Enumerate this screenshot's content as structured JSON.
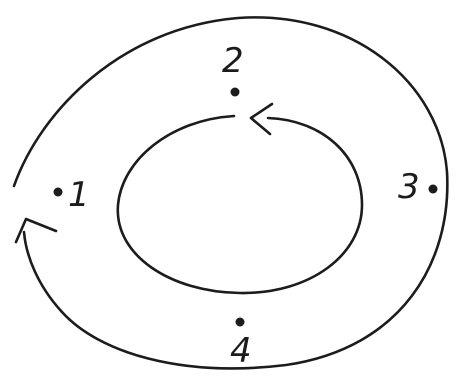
{
  "points": [
    {
      "id": "1",
      "label": "1"
    },
    {
      "id": "2",
      "label": "2"
    },
    {
      "id": "3",
      "label": "3"
    },
    {
      "id": "4",
      "label": "4"
    }
  ],
  "colors": {
    "ink": "#1c1c1c",
    "background": "#ffffff"
  }
}
